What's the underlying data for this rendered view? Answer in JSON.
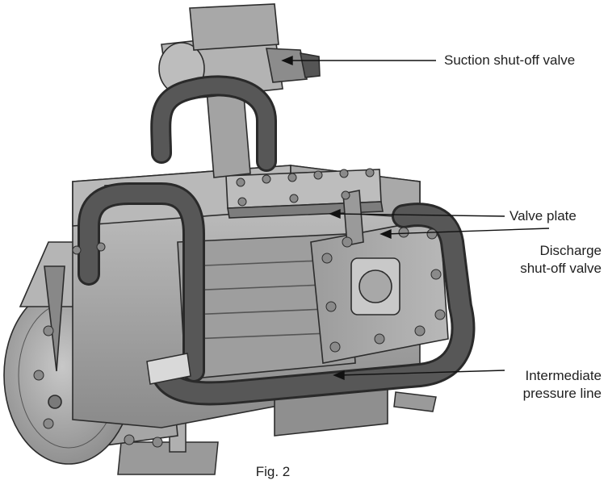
{
  "figure": {
    "caption": "Fig. 2",
    "labels": {
      "suction": "Suction shut-off valve",
      "valve_plate": "Valve plate",
      "discharge_line1": "Discharge",
      "discharge_line2": "shut-off valve",
      "intermediate_line1": "Intermediate",
      "intermediate_line2": "pressure line"
    }
  },
  "colors": {
    "body": "#9a9a9a",
    "body_light": "#b8b8b8",
    "body_dark": "#6e6e6e",
    "pipe": "#4a4a4a",
    "outline": "#2c2c2c",
    "leader": "#111111"
  }
}
